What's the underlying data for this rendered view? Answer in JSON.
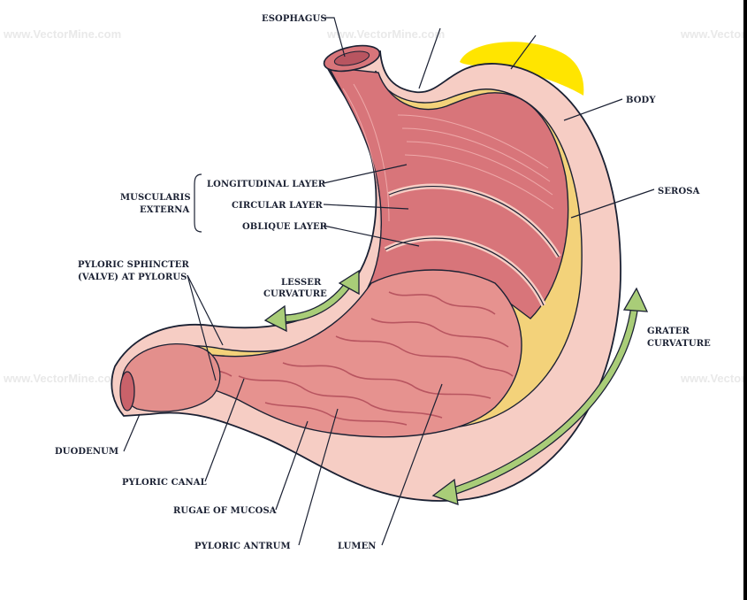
{
  "watermark": "www.VectorMine.com",
  "colors": {
    "outer": "#f6cdc4",
    "outer_stroke": "#1b2133",
    "serosa": "#f3d27a",
    "muscle": "#d8757a",
    "mucosa": "#e6928f",
    "rugae": "#b85560",
    "arrow": "#a9cd78",
    "highlight": "#ffe500"
  },
  "labels": {
    "esophagus": "ESOPHAGUS",
    "body": "BODY",
    "serosa": "SEROSA",
    "muscularis_line1": "MUSCULARIS",
    "muscularis_line2": "EXTERNA",
    "longitudinal": "LONGITUDINAL LAYER",
    "circular": "CIRCULAR LAYER",
    "oblique": "OBLIQUE LAYER",
    "pyloric_sphincter_line1": "PYLORIC SPHINCTER",
    "pyloric_sphincter_line2": "(VALVE) AT PYLORUS",
    "lesser_line1": "LESSER",
    "lesser_line2": "CURVATURE",
    "greater_line1": "GRATER",
    "greater_line2": "CURVATURE",
    "duodenum": "DUODENUM",
    "pyloric_canal": "PYLORIC CANAL",
    "rugae": "RUGAE OF MUCOSA",
    "pyloric_antrum": "PYLORIC ANTRUM",
    "lumen": "LUMEN"
  }
}
